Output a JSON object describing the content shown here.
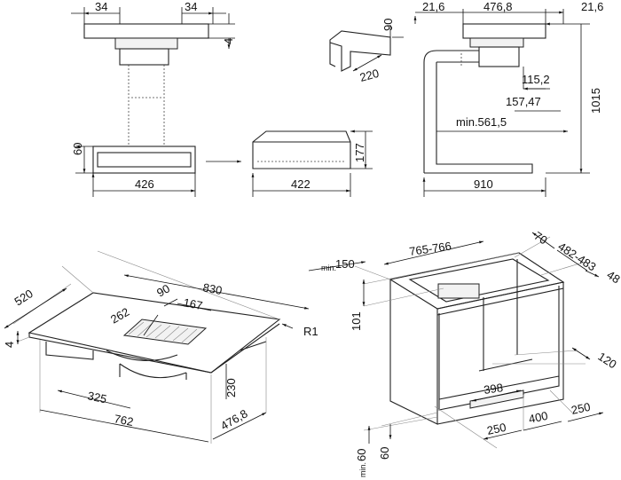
{
  "top_left_view": {
    "dims": [
      "34",
      "34",
      "4",
      "60",
      "426"
    ]
  },
  "top_middle_view": {
    "dims": [
      "90",
      "220",
      "177",
      "422"
    ]
  },
  "top_right_view": {
    "dims": [
      "21,6",
      "476,8",
      "21,6",
      "115,2",
      "157,47",
      "min.561,5",
      "1015",
      "910"
    ]
  },
  "hob_iso_view": {
    "dims": [
      "520",
      "830",
      "90",
      "167",
      "262",
      "4",
      "R1",
      "325",
      "230",
      "762",
      "476,8"
    ]
  },
  "cabinet_iso_view": {
    "dims": [
      "765-766",
      "70",
      "482-483",
      "48",
      "101",
      "120",
      "398",
      "250",
      "400",
      "250",
      "60"
    ],
    "min_label": "min.",
    "min150": "150",
    "min60": "60"
  },
  "colors": {
    "line": "#222222",
    "thin": "#888888"
  }
}
